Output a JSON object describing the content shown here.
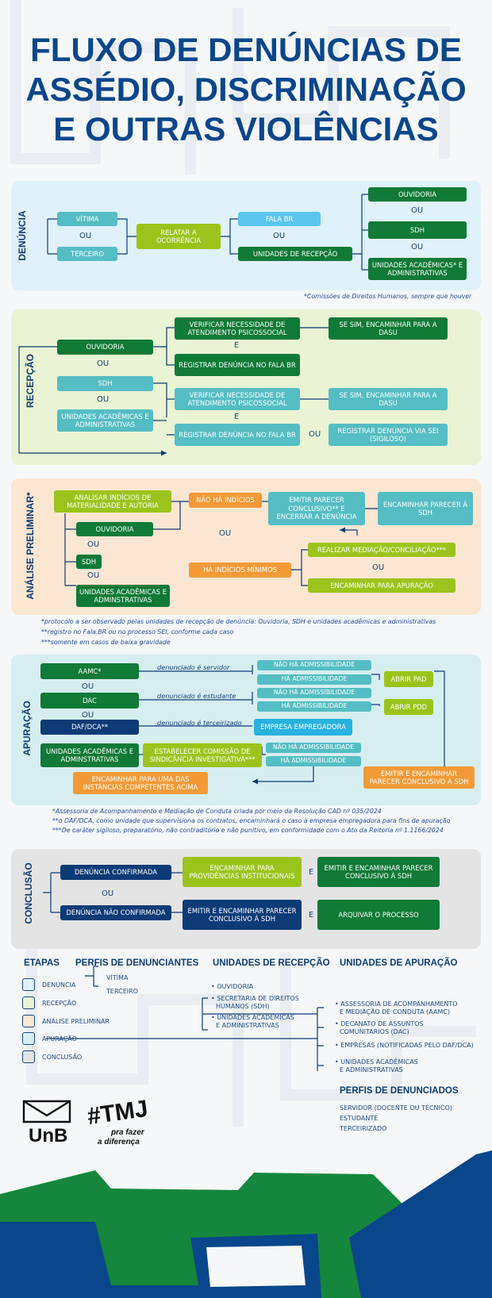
{
  "title": {
    "line1": "FLUXO DE DENÚNCIAS DE",
    "line2": "ASSÉDIO, DISCRIMINAÇÃO",
    "line3": "E OUTRAS VIOLÊNCIAS"
  },
  "denuncia": {
    "label": "DENÚNCIA",
    "vitima": "VÍTIMA",
    "ou": "OU",
    "terceiro": "TERCEIRO",
    "relatar": "RELATAR A OCORRÊNCIA",
    "fala_br": "FALA BR",
    "unidades_recepcao": "UNIDADES DE RECEPÇÃO",
    "ouvidoria": "OUVIDORIA",
    "sdh": "SDH",
    "unidades_academicas": "UNIDADES ACADÊMICAS* E ADMINISTRATIVAS",
    "note": "*Comissões de Direitos Humanos, sempre que houver"
  },
  "recepcao": {
    "label": "RECEPÇÃO",
    "ouvidoria": "OUVIDORIA",
    "ou": "OU",
    "sdh": "SDH",
    "unidades": "UNIDADES ACADÊMICAS E ADMINISTRATIVAS",
    "verificar": "VERIFICAR NECESSIDADE DE ATENDIMENTO PSICOSSOCIAL",
    "e": "E",
    "registrar": "REGISTRAR DENÚNCIA NO FALA BR",
    "se_sim": "SE SIM, ENCAMINHAR PARA A DASU",
    "registrar_sei": "REGISTRAR DENÚNCIA VIA SEI (SIGILOSO)"
  },
  "analise": {
    "label": "ANÁLISE PRELIMINAR*",
    "analisar": "ANALISAR INDÍCIOS DE MATERIALIDADE E AUTORIA",
    "ouvidoria": "OUVIDORIA",
    "ou": "OU",
    "sdh": "SDH",
    "unidades": "UNIDADES ACADÊMICAS E ADMINSTRATIVAS",
    "nao_ha": "NÃO HÁ INDÍCIOS",
    "ha_minimos": "HÁ INDÍCIOS MÍNIMOS",
    "emitir": "EMITIR PARECER CONCLUSIVO** E ENCERRAR A DENÚNCIA",
    "encaminhar_parecer": "ENCAMINHAR PARECER À SDH",
    "mediacao": "REALIZAR MEDIAÇÃO/CONCILIAÇÃO***",
    "apuracao": "ENCAMINHAR PARA APURAÇÃO",
    "notes": [
      "*protocolo a ser observado pelas unidades de recepção de denúncia: Ouvidoria, SDH e unidades acadêmicas e administrativas",
      "**registro no Fala.BR ou no processo SEI, conforme cada caso",
      "***somente em casos de baixa gravidade"
    ]
  },
  "apuracao": {
    "label": "APURAÇÃO",
    "aamc": "AAMC*",
    "ou": "OU",
    "dac": "DAC",
    "daf": "DAF/DCA**",
    "unidades": "UNIDADES ACADÊMICAS E ADMINSTRATIVAS",
    "servidor": "denunciado é servidor",
    "estudante": "denunciado é estudante",
    "terceirizado": "denunciado é terceirizado",
    "nao_adm": "NÃO HÁ ADMISSIBILIDADE",
    "ha_adm": "HÁ ADMISSIBILIDADE",
    "abrir_pad": "ABRIR PAD",
    "abrir_pdd": "ABRIR PDD",
    "empresa": "EMPRESA EMPREGADORA",
    "comissao": "ESTABELECER COMISSÃO DE SINDICÂNCIA INVESTIGATIVA***",
    "emitir": "EMITIR E ENCAMINHAR PARECER CONCLUSIVO À SDH",
    "encaminhar": "ENCAMINHAR PARA UMA DAS INSTÂNCIAS COMPETENTES ACIMA",
    "notes": [
      "*Assessoria de Acompanhamento e Mediação de Conduta criada por meio da Resolução CAD nº 035/2024",
      "**o DAF/DCA, como unidade que supervisiona os contratos, encaminhará o caso à empresa empregadora para fins de apuração",
      "***De caráter sigiloso, preparatório, não contraditório e não punitivo, em conformidade com o Ato da Reitoria nº 1.1166/2024"
    ]
  },
  "conclusao": {
    "label": "CONCLUSÃO",
    "confirmada": "DENÚNCIA CONFIRMADA",
    "nao_confirmada": "DENÚNCIA NÃO CONFIRMADA",
    "ou": "OU",
    "e": "E",
    "providencias": "ENCAMINHAR PARA PROVIDÊNCIAS INSTITUCIONAIS",
    "emitir": "EMITIR E ENCAMINHAR PARECER CONCLUSIVO À SDH",
    "emitir2": "EMITIR E ENCAMINHAR PARECER CONCLUSIVO À SDH",
    "arquivar": "ARQUIVAR O PROCESSO"
  },
  "legend": {
    "etapas_h": "ETAPAS",
    "etapas": [
      "DENÚNCIA",
      "RECEPÇÃO",
      "ANÁLISE PRELIMINAR",
      "APURAÇÃO",
      "CONCLUSÃO"
    ],
    "etapa_colors": [
      "#dff1fb",
      "#eaf3d3",
      "#fbe6d2",
      "#d6eef0",
      "#e4e4e4"
    ],
    "perfis_h": "PERFIS DE DENUNCIANTES",
    "perfis": [
      "VÍTIMA",
      "TERCEIRO"
    ],
    "recepcao_h": "UNIDADES DE RECEPÇÃO",
    "recepcao": [
      "• OUVIDORIA",
      "• SECRETARIA DE DIREITOS",
      "HUMANOS (SDH)",
      "• UNIDADES ACADÊMICAS",
      "E ADMINISTRATIVAS"
    ],
    "apuracao_h": "UNIDADES DE APURAÇÃO",
    "apuracao": [
      "• ASSESSORIA DE ACOMPANHAMENTO",
      "E MEDIAÇÃO DE CONDUTA (AAMC)",
      "• DECANATO DE ASSUNTOS",
      "COMUNITÁRIOS (DAC)",
      "• EMPRESAS (NOTIFICADAS PELO DAF/DCA)",
      "• UNIDADES ACADÊMICAS",
      "E ADMINISTRATIVAS"
    ],
    "denunciados_h": "PERFIS DE DENUNCIADOS",
    "denunciados": [
      "SERVIDOR (DOCENTE OU TÉCNICO)",
      "ESTUDANTE",
      "TERCEIRIZADO"
    ]
  },
  "logos": {
    "unb": "UnB",
    "tmj": "#TMJ",
    "tmj_tag1": "pra fazer",
    "tmj_tag2": "a diferença"
  },
  "colors": {
    "navy": "#0c3b76",
    "dark_green": "#107a37",
    "teal": "#55bdc4",
    "lime": "#9cc31b",
    "orange": "#f39a37",
    "cyan": "#29b2e0"
  }
}
